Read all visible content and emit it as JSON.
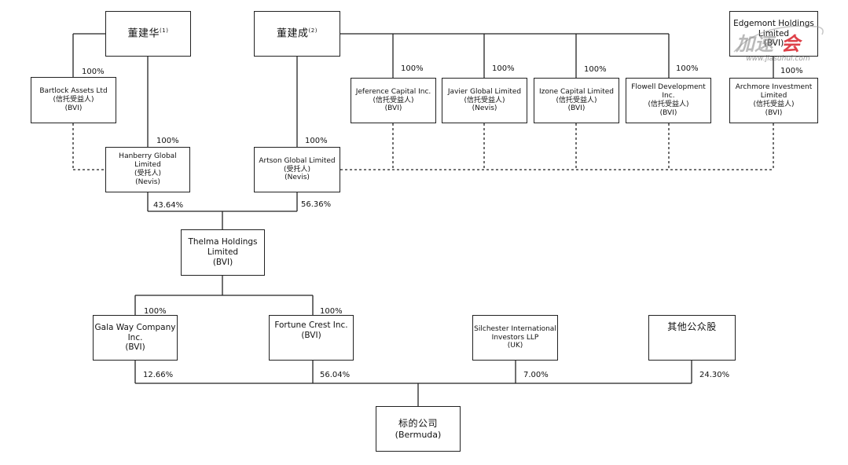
{
  "boxes": {
    "dong_jianhua": {
      "lines": [
        "董建华"
      ],
      "sup": "(1)"
    },
    "dong_jiancheng": {
      "lines": [
        "董建成"
      ],
      "sup": "(2)"
    },
    "edgemont": {
      "lines": [
        "Edgemont Holdings",
        "Limited",
        "(BVI)"
      ]
    },
    "bartlock": {
      "lines": [
        "Bartlock Assets Ltd",
        "(信托受益人)",
        "(BVI)"
      ]
    },
    "jeference": {
      "lines": [
        "Jeference Capital Inc.",
        "(信托受益人)",
        "(BVI)"
      ]
    },
    "javier": {
      "lines": [
        "Javier Global Limited",
        "(信托受益人)",
        "(Nevis)"
      ]
    },
    "izone": {
      "lines": [
        "Izone Capital Limited",
        "(信托受益人)",
        "(BVI)"
      ]
    },
    "flowell": {
      "lines": [
        "Flowell Development",
        "Inc.",
        "(信托受益人)",
        "(BVI)"
      ]
    },
    "archmore": {
      "lines": [
        "Archmore Investment",
        "Limited",
        "(信托受益人)",
        "(BVI)"
      ]
    },
    "hanberry": {
      "lines": [
        "Hanberry Global",
        "Limited",
        "(受托人)",
        "(Nevis)"
      ]
    },
    "artson": {
      "lines": [
        "Artson Global Limited",
        "(受托人)",
        "(Nevis)"
      ]
    },
    "thelma": {
      "lines": [
        "Thelma Holdings",
        "Limited",
        "(BVI)"
      ]
    },
    "galaway": {
      "lines": [
        "Gala Way Company",
        "Inc.",
        "(BVI)"
      ]
    },
    "fortune": {
      "lines": [
        "Fortune Crest Inc.",
        "(BVI)"
      ]
    },
    "silchester": {
      "lines": [
        "Silchester International",
        "Investors LLP",
        "(UK)"
      ]
    },
    "public": {
      "lines": [
        "其他公众股"
      ]
    },
    "target": {
      "lines": [
        "标的公司",
        "(Bermuda)"
      ]
    }
  },
  "percentages": {
    "bartlock": "100%",
    "hanberry": "100%",
    "artson": "100%",
    "jeference": "100%",
    "javier": "100%",
    "izone": "100%",
    "flowell": "100%",
    "archmore": "100%",
    "hanberry_thelma": "43.64%",
    "artson_thelma": "56.36%",
    "galaway": "100%",
    "fortune": "100%",
    "galaway_target": "12.66%",
    "fortune_target": "56.04%",
    "silchester_target": "7.00%",
    "public_target": "24.30%"
  },
  "watermark": {
    "logo": "加速会",
    "url": "www.jiasuhui.com",
    "color": "#d9212a"
  }
}
